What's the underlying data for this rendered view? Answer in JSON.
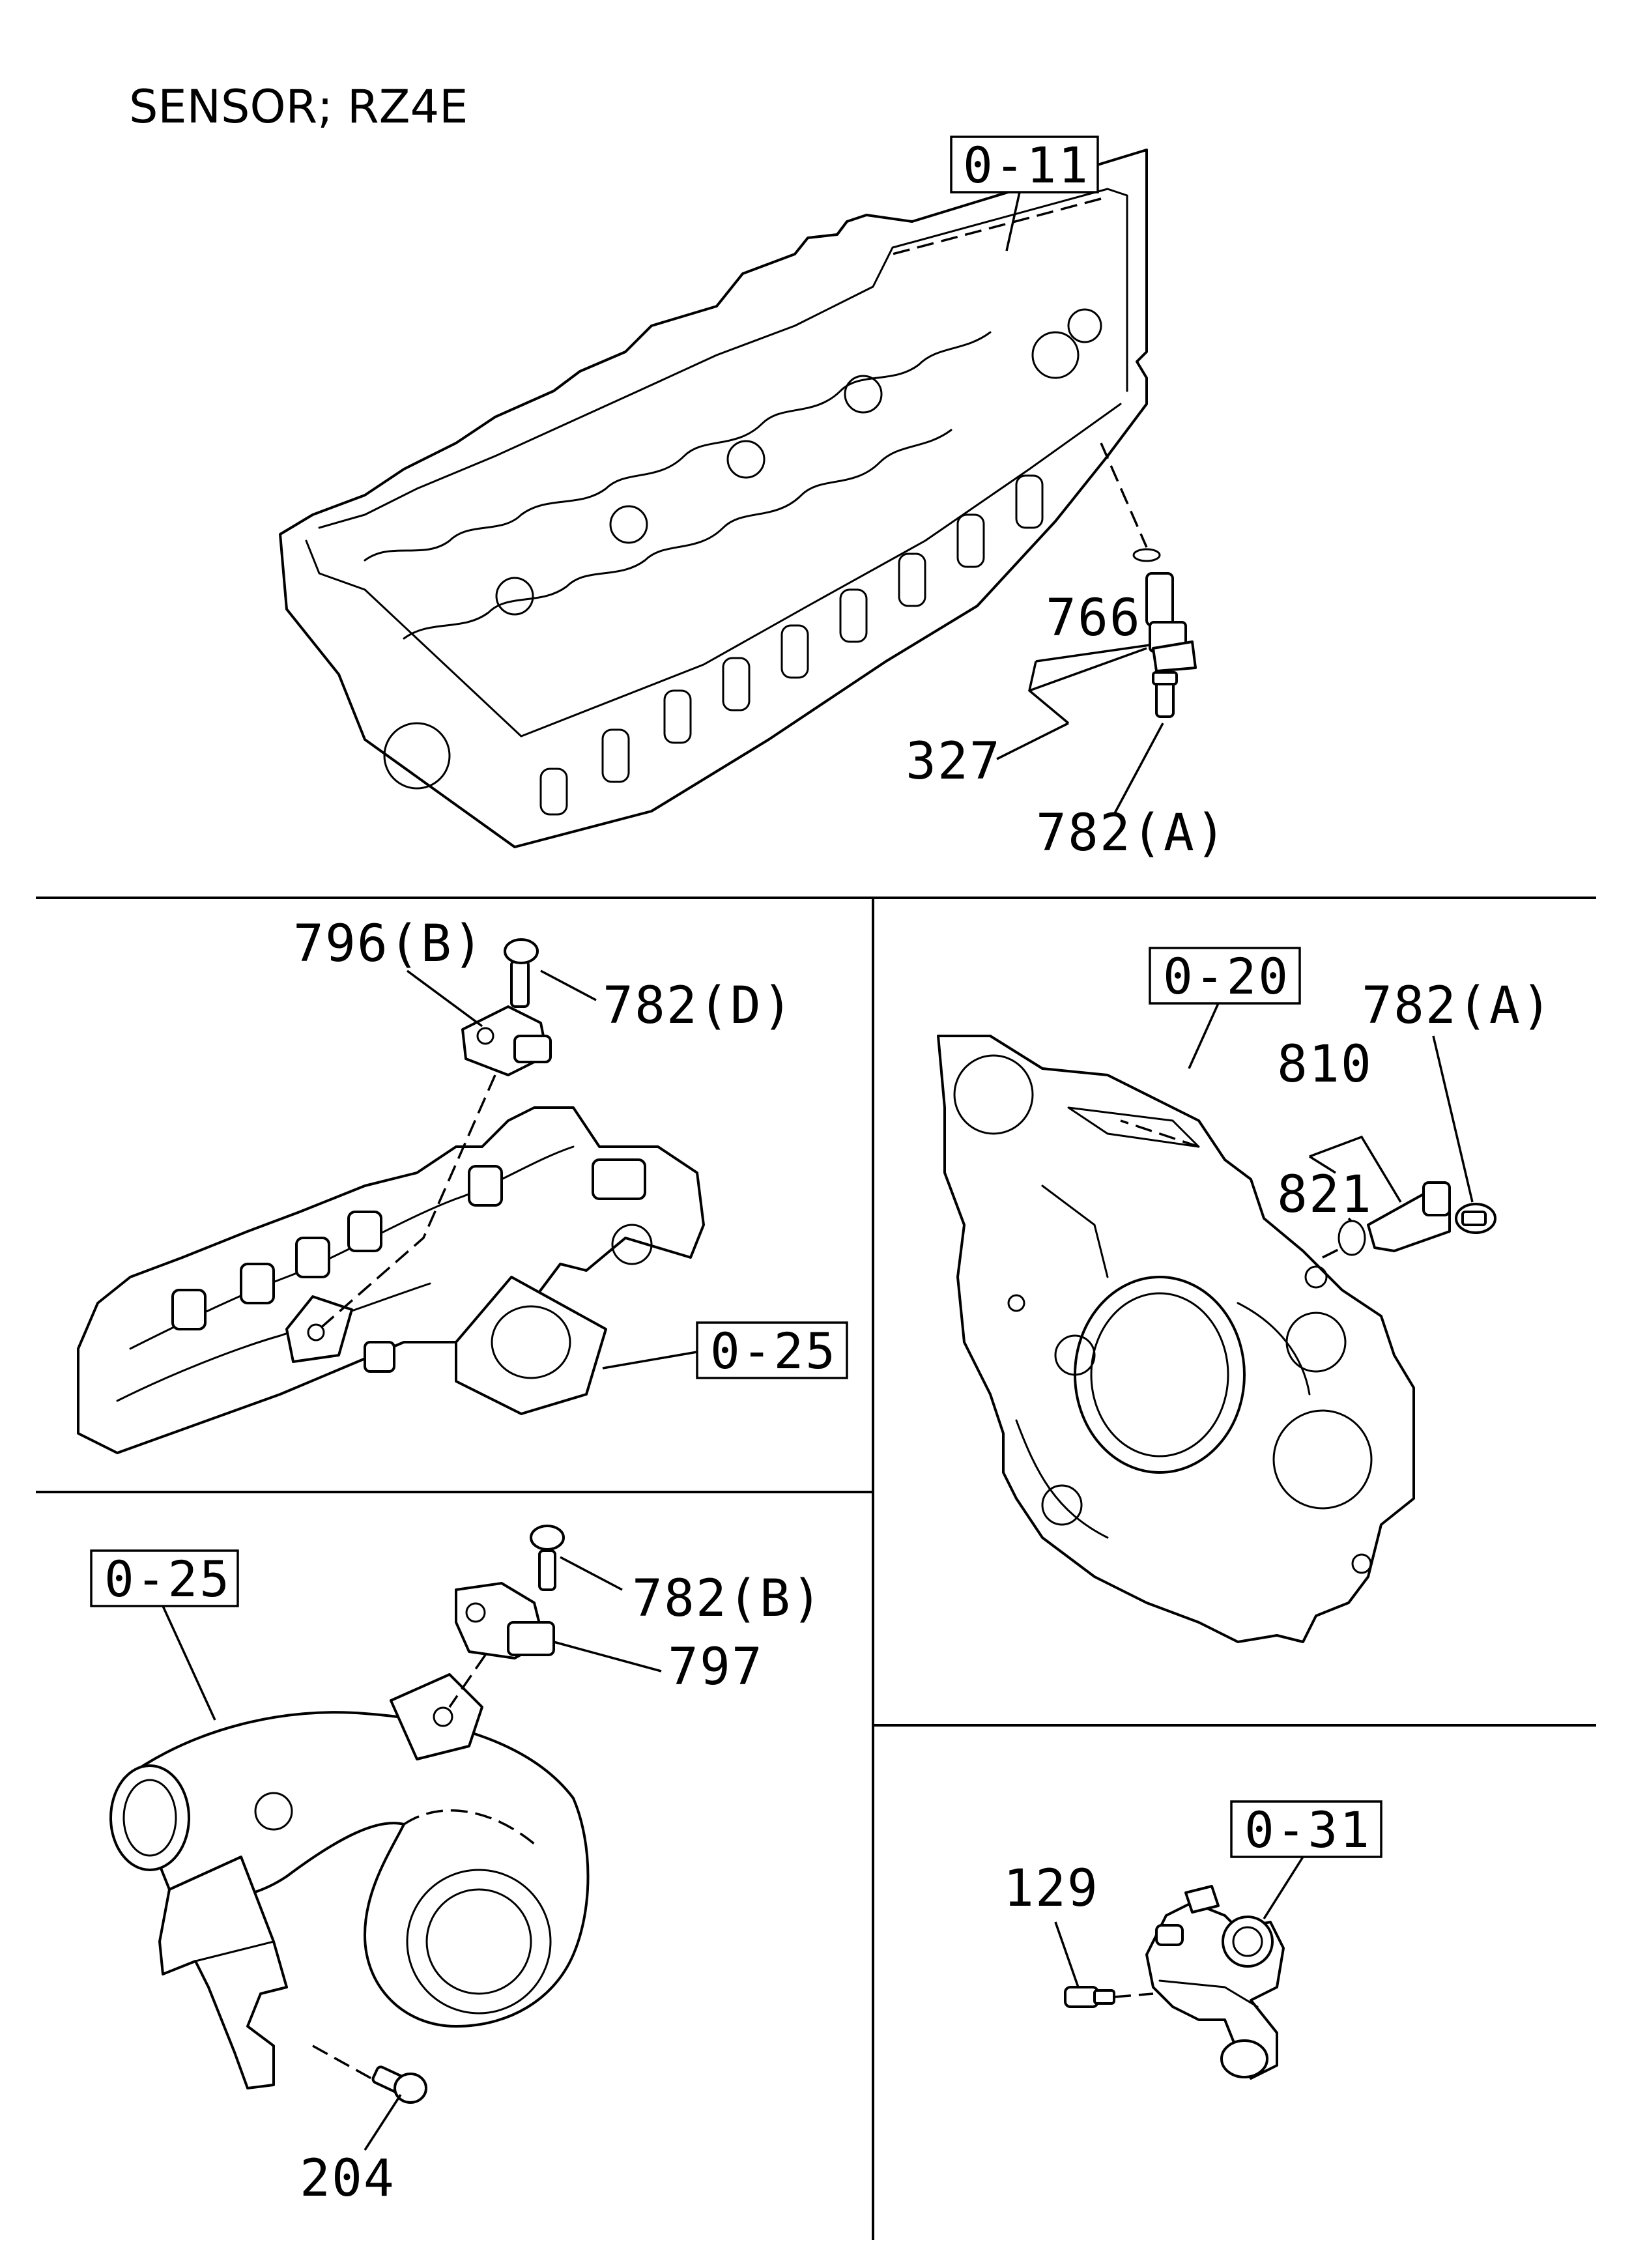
{
  "title": "SENSOR; RZ4E",
  "refs": {
    "head": "0-11",
    "manifold": "0-25",
    "cover": "0-20",
    "pipe": "0-25",
    "pump": "0-31"
  },
  "callouts": {
    "p766": "766",
    "p327": "327",
    "p782a_top": "782(A)",
    "p796b": "796(B)",
    "p782d": "782(D)",
    "p782a_right": "782(A)",
    "p810": "810",
    "p821": "821",
    "p782b": "782(B)",
    "p797": "797",
    "p204": "204",
    "p129": "129"
  }
}
